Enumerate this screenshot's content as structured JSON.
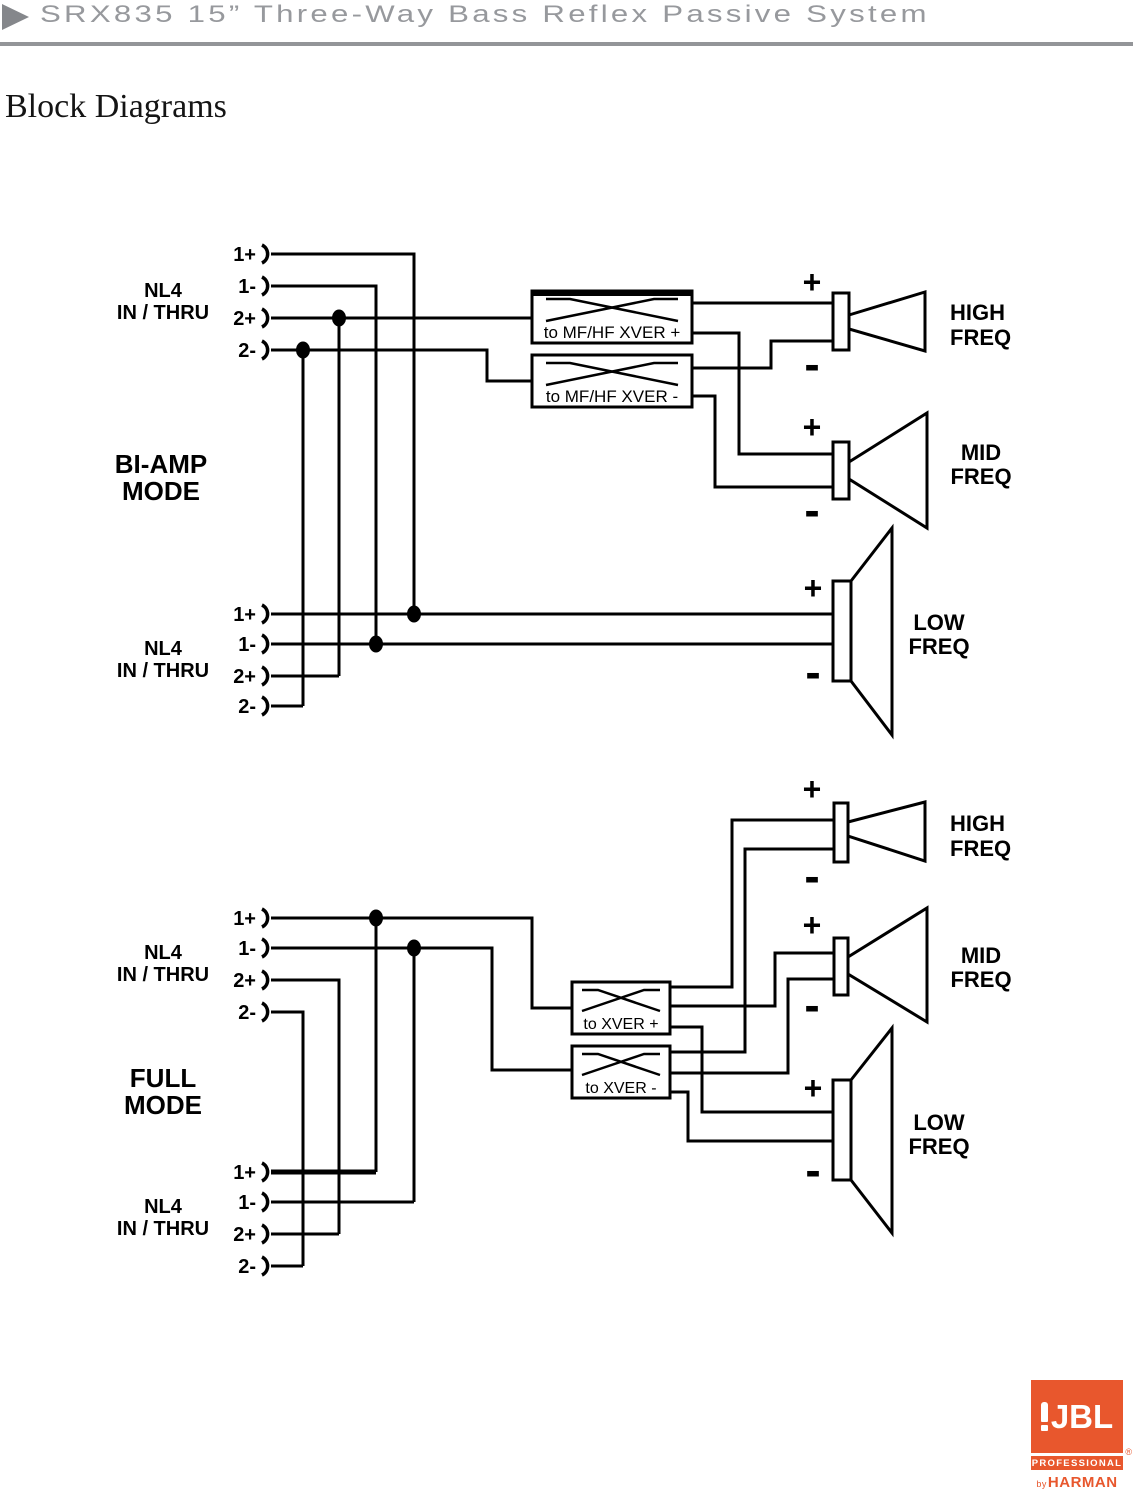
{
  "header": {
    "title": "SRX835 15” Three-Way Bass Reflex Passive System"
  },
  "page_title": "Block Diagrams",
  "signs": {
    "plus": "+",
    "minus": "-"
  },
  "connector": {
    "nl4": "NL4",
    "inthru": "IN / THRU",
    "pin1": "1+",
    "pin2": "1-",
    "pin3": "2+",
    "pin4": "2-"
  },
  "speakers": {
    "high1": "HIGH",
    "high2": "FREQ",
    "mid1": "MID",
    "mid2": "FREQ",
    "low1": "LOW",
    "low2": "FREQ"
  },
  "biamp": {
    "mode1": "BI-AMP",
    "mode2": "MODE",
    "xver_plus": "to MF/HF XVER +",
    "xver_minus": "to MF/HF XVER -"
  },
  "full": {
    "mode1": "FULL",
    "mode2": "MODE",
    "xver_plus": "to XVER +",
    "xver_minus": "to XVER -"
  },
  "logo": {
    "jbl": "JBL",
    "professional": "PROFESSIONAL",
    "by": "by",
    "harman": "HARMAN",
    "registered": "®"
  },
  "colors": {
    "brand_orange": "#e8572d",
    "header_gray": "#97999d",
    "line_black": "#000000"
  }
}
